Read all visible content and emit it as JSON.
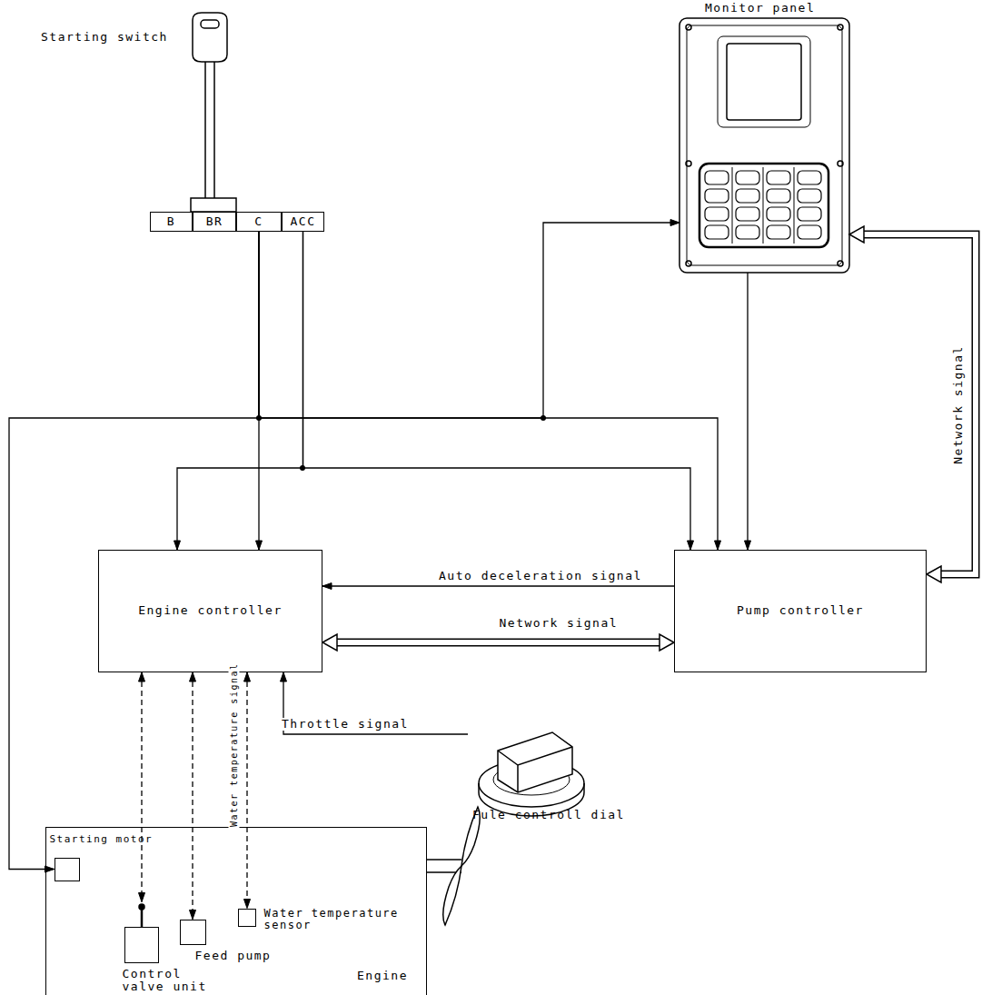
{
  "diagram": {
    "nodes": [
      {
        "text": [
          "Starting switch"
        ]
      },
      {
        "text": [
          "B"
        ],
        "in": 0
      },
      {
        "text": [
          "BR"
        ],
        "in": 0
      },
      {
        "text": [
          "C"
        ],
        "in": 0
      },
      {
        "text": [
          "ACC"
        ],
        "in": 0
      },
      {
        "text": [
          "Monitor panel"
        ]
      },
      {
        "text": [
          "Engine controller"
        ]
      },
      {
        "text": [
          "Pump controller"
        ]
      },
      {
        "text": [
          "Fule controll dial"
        ]
      },
      {
        "text": [
          "Engine"
        ]
      },
      {
        "text": [
          "Starting motor"
        ],
        "in": 9
      },
      {
        "text": [
          "Control valve unit"
        ],
        "in": 9
      },
      {
        "text": [
          "Feed pump"
        ],
        "in": 9
      },
      {
        "text": [
          "Water temperature sensor"
        ],
        "in": 9
      }
    ],
    "edges": [
      {
        "from": 3,
        "to": 6,
        "arrow": "to"
      },
      {
        "from": 3,
        "to": 7,
        "arrow": "to"
      },
      {
        "from": 3,
        "to": 5,
        "arrow": "to"
      },
      {
        "from": 3,
        "to": 10,
        "arrow": "to"
      },
      {
        "from": 4,
        "to": 6,
        "arrow": "to"
      },
      {
        "from": 4,
        "to": 7,
        "arrow": "to"
      },
      {
        "from": 5,
        "to": 7,
        "arrow": "to"
      },
      {
        "from": 7,
        "to": 6,
        "label": "Auto deceleration signal",
        "arrow": "to"
      },
      {
        "from": 6,
        "to": 7,
        "label": "Network signal",
        "arrow": "both"
      },
      {
        "from": 5,
        "to": 7,
        "label": "Network signal",
        "arrow": "both"
      },
      {
        "from": 8,
        "to": 6,
        "label": "Throttle signal",
        "arrow": "to"
      },
      {
        "from": 6,
        "to": 11,
        "arrow": "both"
      },
      {
        "from": 6,
        "to": 12,
        "arrow": "both"
      },
      {
        "from": 6,
        "to": 13,
        "label": "Water temperature signal",
        "arrow": "both"
      }
    ]
  }
}
